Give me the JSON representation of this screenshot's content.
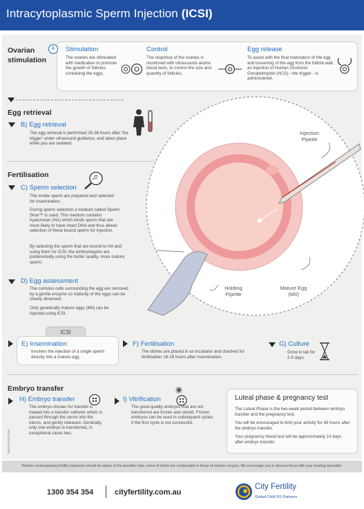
{
  "header": {
    "title_prefix": "Intracytoplasmic Sperm Injection ",
    "title_bold": "(ICSI)"
  },
  "ovarian": {
    "heading": "Ovarian stimulation",
    "badge": "A",
    "stimulation": {
      "title": "Stimulation",
      "text": "The ovaries are stimulated with medication to promote the growth of follicles containing the eggs."
    },
    "control": {
      "title": "Control",
      "text": "The response of the ovaries is monitored with ultrasounds and/or blood tests, to control the size and quantity of follicles."
    },
    "egg_release": {
      "title": "Egg release",
      "text": "To assist with the final maturation of the egg and loosening of the egg from the follicle wall, an injection of Human Chorionic Gonadotrophin (hCG) - the trigger - is administered."
    }
  },
  "retrieval": {
    "heading": "Egg retrieval",
    "sub": "B) Egg retrieval",
    "text": "The egg retrieval is performed 35-38 hours after 'the trigger' under ultrasound guidance, and takes place while you are sedated."
  },
  "fertilisation": {
    "heading": "Fertilisation",
    "sperm_sub": "C) Sperm selection",
    "sperm_p1": "The motile sperm are prepared and selected for insemination.",
    "sperm_p2": "During sperm selection a medium called Sperm Slow™ is used. This medium contains hyaluronan (HA) which binds sperm that are more likely to have intact DNA and thus allows selection of these bound sperm for injection.",
    "sperm_p3": "By selecting the sperm that are bound to HA and using them for ICSI, the embryologists are preferentially using the better quality, more mature sperm.",
    "egg_sub": "D) Egg assessment",
    "egg_p1": "The cumulus cells surrounding the egg are removed by a gentle enzyme so maturity of the eggs can be clearly observed.",
    "egg_p2": "Only genetically mature eggs (MII) can be injected using ICSI."
  },
  "diagram": {
    "injection_pipette": "Injection Pipette",
    "holding_pipette": "Holding Pipette",
    "mature_egg": "Mature Egg (MII)"
  },
  "icsi": {
    "tab": "ICSI",
    "insemination_sub": "E) Insemination",
    "insemination_text": "Involves the injection of a single sperm directly into a mature egg.",
    "fertilisation_sub": "F) Fertilisation",
    "fertilisation_text": "The dishes are placed in an incubator and checked for fertilisation 16-18 hours after insemination.",
    "culture_sub": "G) Culture",
    "culture_text": "Grow in lab for 2-5 days."
  },
  "embryo": {
    "heading": "Embryo transfer",
    "transfer_sub": "H) Embryo transfer",
    "transfer_text": "The embryo chosen for transfer is loaded into a transfer catheter which is passed through the cervix into the uterus, and gently released. Generally, only one embryo is transferred, in exceptional cases two.",
    "vitrification_sub": "I) Vitrification",
    "vitrification_text": "The good quality embryos that are not transferred are frozen and stored. Frozen embryos can be used in subsequent cycles if the first cycle is not successful."
  },
  "luteal": {
    "title": "Luteal phase & pregnancy test",
    "p1": "The Luteal Phase is the two-week period between embryo transfer and the pregnancy test.",
    "p2": "You will be encouraged to limit your activity for 48 hours after the embryo transfer.",
    "p3": "Your pregnancy blood test will be approximately 14 days after embryo transfer."
  },
  "side_code": "MGAA 0718 1119",
  "footer": {
    "note": "Women contemplating fertility treatment should be aware of the possible risks, some of which are comparable to those of elective surgery. We encourage you to discuss these with your treating specialist.",
    "phone": "1300 354 354",
    "website": "cityfertility.com.au",
    "logo_name": "City Fertility",
    "logo_sub": "Global CHA IVF Partners"
  },
  "colors": {
    "brand_blue": "#1f4fa3",
    "link_blue": "#1f6dc0",
    "panel": "#f0f0ef",
    "egg_pink": "#ee9a9a"
  }
}
